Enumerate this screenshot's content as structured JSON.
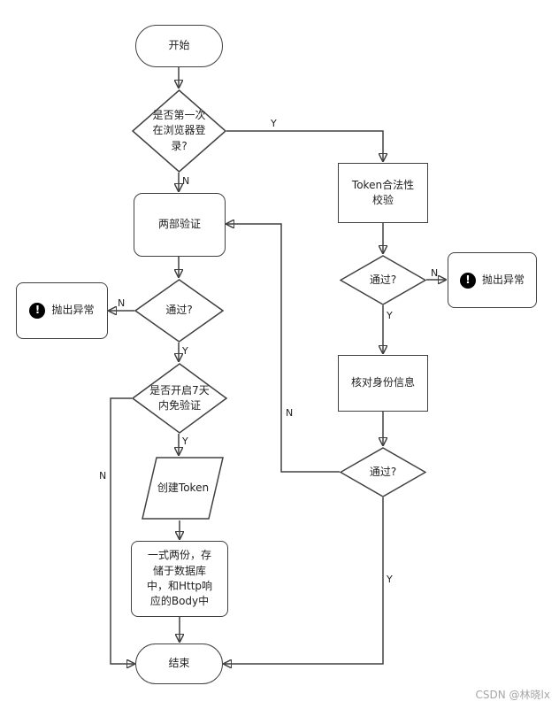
{
  "colors": {
    "stroke": "#404040",
    "node_fill": "#ffffff",
    "text": "#1f1f1f",
    "watermark": "#a6a6a6",
    "icon_bg": "#000000",
    "icon_glyph": "#ffffff"
  },
  "watermark": "CSDN @林晓lx",
  "nodes": {
    "start": {
      "label": "开始"
    },
    "first_login": {
      "label": "是否第一次在浏览器登录?"
    },
    "token_check": {
      "label": "Token合法性校验"
    },
    "two_step": {
      "label": "两部验证"
    },
    "pass_two_step": {
      "label": "通过?"
    },
    "throw_left": {
      "label": "抛出异常"
    },
    "pass_token": {
      "label": "通过?"
    },
    "throw_right": {
      "label": "抛出异常"
    },
    "seven_day": {
      "label": "是否开启7天内免验证"
    },
    "verify_identity": {
      "label": "核对身份信息"
    },
    "pass_identity": {
      "label": "通过?"
    },
    "create_token": {
      "label": "创建Token"
    },
    "store_token": {
      "label": "一式两份，存储于数据库中，和Http响应的Body中"
    },
    "end": {
      "label": "结束"
    }
  },
  "edge_labels": {
    "first_login_yes": "Y",
    "first_login_no": "N",
    "two_step_pass_no": "N",
    "two_step_pass_yes": "Y",
    "seven_day_yes": "Y",
    "seven_day_no": "N",
    "token_pass_no": "N",
    "token_pass_yes": "Y",
    "identity_pass_no": "N",
    "identity_pass_yes": "Y"
  },
  "icons": {
    "exclamation": "!"
  }
}
